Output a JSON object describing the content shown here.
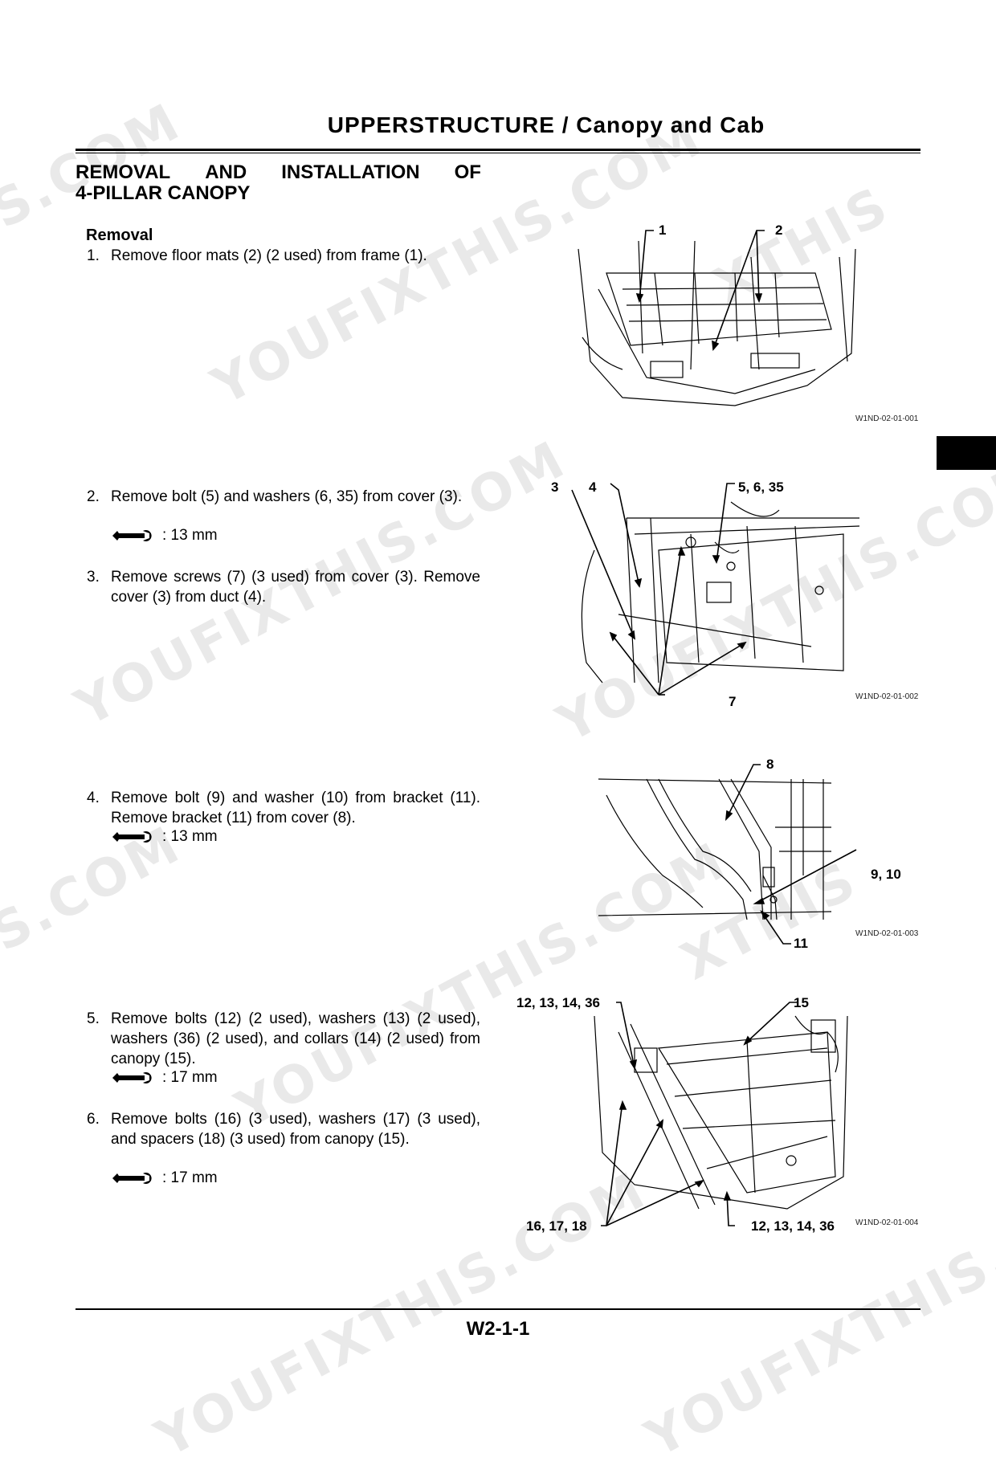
{
  "header": {
    "title": "UPPERSTRUCTURE / Canopy and Cab"
  },
  "section": {
    "title_line1_words": [
      "REMOVAL",
      "AND",
      "INSTALLATION",
      "OF"
    ],
    "title_line2": "4-PILLAR CANOPY"
  },
  "subheading": "Removal",
  "steps": [
    {
      "num": "1.",
      "text": "Remove floor mats (2) (2 used) from frame (1)."
    },
    {
      "num": "2.",
      "text": "Remove bolt (5) and washers (6, 35) from cover (3).",
      "tool": ": 13 mm"
    },
    {
      "num": "3.",
      "text": "Remove screws (7) (3 used) from cover (3). Remove cover (3) from duct (4)."
    },
    {
      "num": "4.",
      "text": "Remove bolt (9) and washer (10) from bracket (11). Remove bracket (11) from cover (8).",
      "tool": ": 13 mm"
    },
    {
      "num": "5.",
      "text": "Remove bolts (12) (2 used), washers (13) (2 used), washers (36) (2 used), and collars (14) (2 used) from canopy (15).",
      "tool": ": 17 mm"
    },
    {
      "num": "6.",
      "text": "Remove bolts (16) (3 used), washers (17) (3 used), and spacers (18) (3 used) from canopy (15).",
      "tool": ": 17 mm"
    }
  ],
  "figures": [
    {
      "code": "W1ND-02-01-001",
      "callouts": [
        "1",
        "2"
      ]
    },
    {
      "code": "W1ND-02-01-002",
      "callouts": [
        "3",
        "4",
        "5, 6, 35",
        "7"
      ]
    },
    {
      "code": "W1ND-02-01-003",
      "callouts": [
        "8",
        "9, 10",
        "11"
      ]
    },
    {
      "code": "W1ND-02-01-004",
      "callouts": [
        "12, 13, 14, 36",
        "15",
        "16, 17, 18",
        "12, 13, 14, 36"
      ]
    }
  ],
  "footer": {
    "page": "W2-1-1"
  },
  "watermark": {
    "texts": [
      "YOUFIXTHIS.COM",
      "S.COM",
      ".COM"
    ]
  }
}
